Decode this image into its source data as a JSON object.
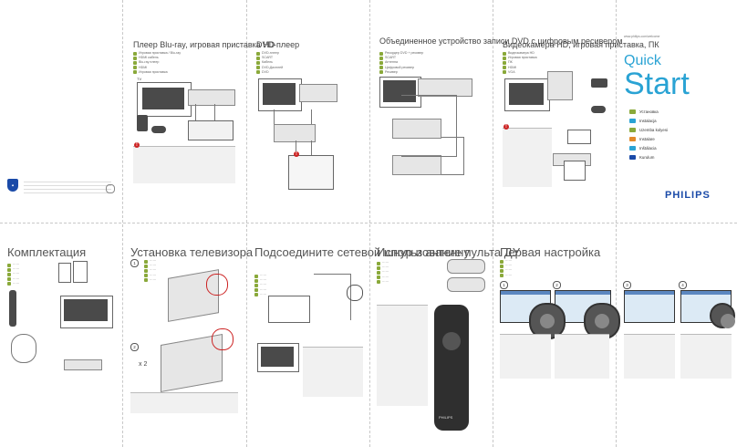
{
  "cover": {
    "panels": [
      {
        "title": "Плеер Blu-ray, игровая приставка HD",
        "items": [
          "Игровая приставка / Blu-ray",
          "HDMI кабель",
          "Blu-ray плеер",
          "HDMI",
          "Игровая приставка"
        ]
      },
      {
        "title": "DVD-плеер",
        "items": [
          "DVD-плеер",
          "SCART",
          "Кабель",
          "DVD-Дисплей",
          "DVD"
        ]
      },
      {
        "title": "Объединенное устройство записи DVD с цифровым ресивером",
        "items": [
          "Рекордер DVD + ресивер",
          "SCART",
          "Антенна",
          "Цифровой ресивер",
          "Ресивер"
        ]
      },
      {
        "title": "Видеокамера HD, игровая приставка, ПК",
        "items": [
          "Видеокамера HD",
          "Игровая приставка",
          "ПК",
          "HDMI",
          "VGA"
        ]
      }
    ],
    "quick": "Quick",
    "start": "Start",
    "url_text": "www.philips.com/welcome",
    "languages": [
      {
        "name": "Установка",
        "color": "#8aa93a"
      },
      {
        "name": "Instalacja",
        "color": "#2aa3d4"
      },
      {
        "name": "Uzemba kolyesi",
        "color": "#8aa93a"
      },
      {
        "name": "Instalare",
        "color": "#e28a2a"
      },
      {
        "name": "Inštálacia",
        "color": "#2aa3d4"
      },
      {
        "name": "Kurulum",
        "color": "#1a4aa8"
      }
    ],
    "brand": "PHILIPS",
    "tv_label": "TV"
  },
  "inner": {
    "titles": [
      "Комплектация",
      "Установка телевизора",
      "Подсоедините сетевой шнур и антенну",
      "Использование пульта ДУ",
      "Первая настройка"
    ],
    "remote_brand": "PHILIPS",
    "steps": [
      "1",
      "2",
      "3",
      "4"
    ],
    "x2": "x 2"
  }
}
